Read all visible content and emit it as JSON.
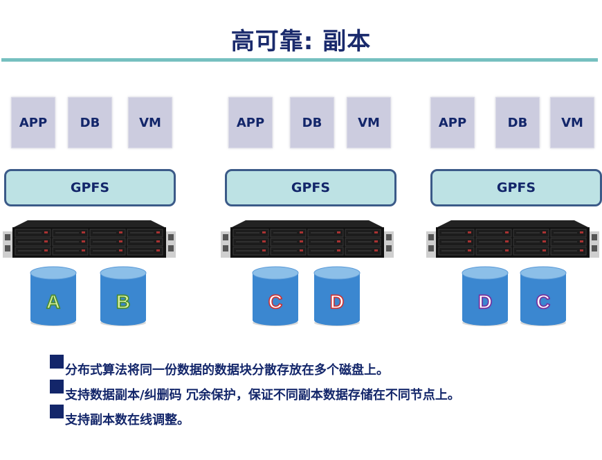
{
  "title": "高可靠: 副本",
  "colors": {
    "title": "#1a2a6c",
    "rule": "#76c0c0",
    "app_box": "#ccccdf",
    "gpfs_fill": "#bde2e4",
    "gpfs_border": "#3b5a88",
    "disk_body": "#3b87d0",
    "disk_top": "#8cbfe8"
  },
  "nodes": [
    {
      "apps": [
        "APP",
        "DB",
        "VM"
      ],
      "filesystem": "GPFS",
      "disks": [
        {
          "label": "A",
          "fill": "#d8f0a0",
          "stroke": "#4a8a2a"
        },
        {
          "label": "B",
          "fill": "#d8f0a0",
          "stroke": "#4a8a2a"
        }
      ]
    },
    {
      "apps": [
        "APP",
        "DB",
        "VM"
      ],
      "filesystem": "GPFS",
      "disks": [
        {
          "label": "C",
          "fill": "#ffffff",
          "stroke": "#d03030"
        },
        {
          "label": "D",
          "fill": "#ffffff",
          "stroke": "#d03030"
        }
      ]
    },
    {
      "apps": [
        "APP",
        "DB",
        "VM"
      ],
      "filesystem": "GPFS",
      "disks": [
        {
          "label": "D",
          "fill": "#ffffff",
          "stroke": "#7a2a9a"
        },
        {
          "label": "C",
          "fill": "#ffffff",
          "stroke": "#7a2a9a"
        }
      ]
    }
  ],
  "bullets": [
    "分布式算法将同一份数据的数据块分散存放在多个磁盘上。",
    "支持数据副本/纠删码 冗余保护，保证不同副本数据存储在不同节点上。",
    "支持副本数在线调整。"
  ]
}
